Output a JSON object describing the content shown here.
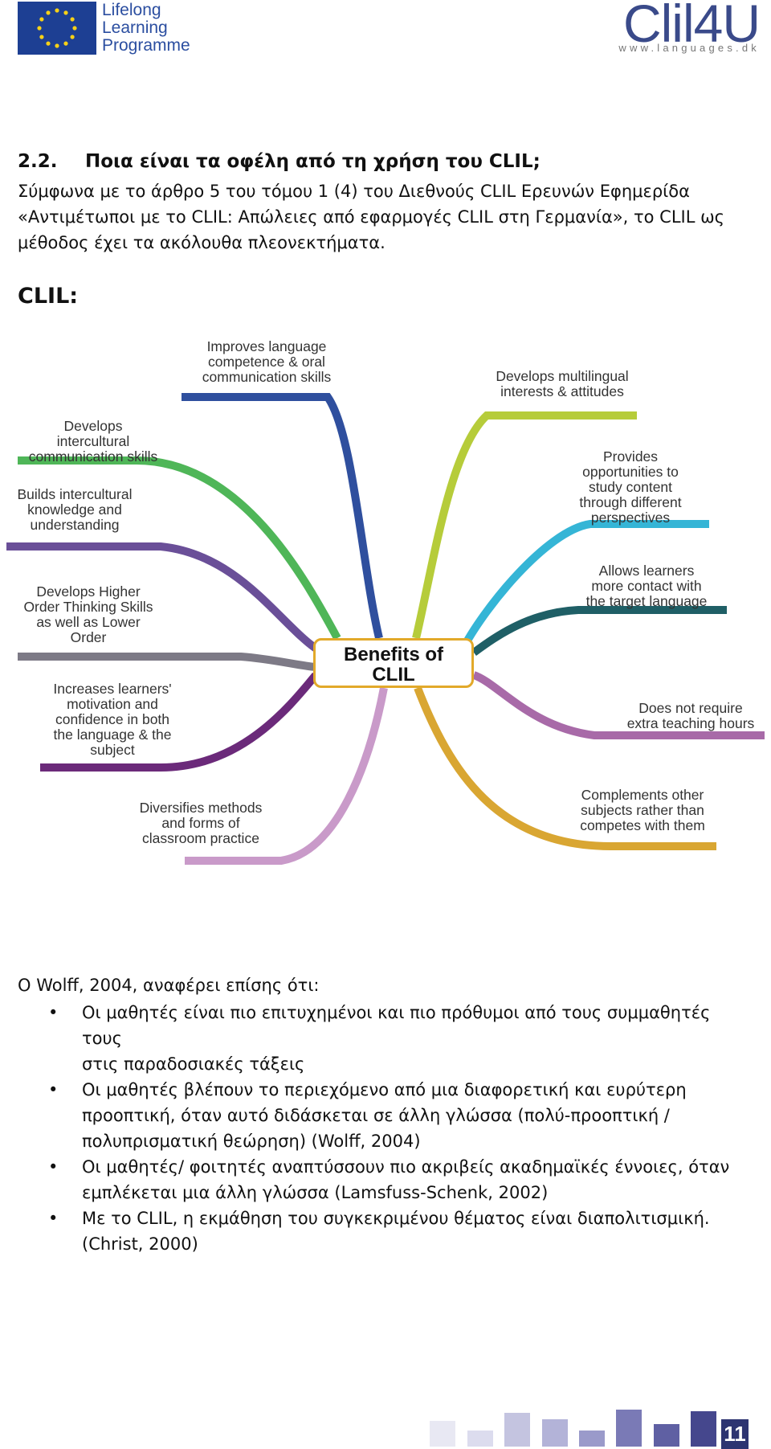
{
  "header": {
    "llp_lines": [
      "Lifelong",
      "Learning",
      "Programme"
    ],
    "logo_title": "Clil4U",
    "logo_url": "www.languages.dk"
  },
  "section": {
    "number": "2.2.",
    "title": "Ποια είναι τα οφέλη από τη χρήση του CLIL;",
    "intro_lines": [
      "Σύμφωνα με το άρθρο 5 του τόμου 1 (4) του Διεθνούς CLIL Ερευνών Εφημερίδα",
      "«Αντιμέτωποι με το CLIL: Απώλειες από εφαρμογές CLIL στη Γερμανία», το CLIL ως",
      "μέθοδος έχει τα ακόλουθα πλεονεκτήματα."
    ],
    "clil_label": "CLIL:"
  },
  "mindmap": {
    "center": [
      "Benefits of",
      "CLIL"
    ],
    "branches": [
      {
        "label": "Improves language\ncompetence & oral\ncommunication skills",
        "color": "#2f4f9e"
      },
      {
        "label": "Develops multilingual\ninterests & attitudes",
        "color": "#b6cc3a"
      },
      {
        "label": "Provides\nopportunities to\nstudy content\nthrough different\nperspectives",
        "color": "#35b5d6"
      },
      {
        "label": "Allows learners\nmore contact with\nthe target language",
        "color": "#1f5f66"
      },
      {
        "label": "Does not require\nextra teaching hours",
        "color": "#a86aa8"
      },
      {
        "label": "Complements other\nsubjects rather than\ncompetes with them",
        "color": "#d9a632"
      },
      {
        "label": "Diversifies methods\nand forms of\nclassroom practice",
        "color": "#c99ac9"
      },
      {
        "label": "Increases learners'\nmotivation and\nconfidence in both\nthe language & the\nsubject",
        "color": "#6b2a7a"
      },
      {
        "label": "Develops Higher\nOrder Thinking Skills\nas well as Lower\nOrder",
        "color": "#7d7a86"
      },
      {
        "label": "Builds intercultural\nknowledge and\nunderstanding",
        "color": "#6a4f98"
      },
      {
        "label": "Develops\nintercultural\ncommunication skills",
        "color": "#4fb658"
      }
    ]
  },
  "wolff": {
    "intro": "Ο Wolff, 2004, αναφέρει επίσης ότι:",
    "bullet": "•",
    "items": [
      [
        "Οι μαθητές είναι πιο επιτυχημένοι και πιο πρόθυμοι από τους συμμαθητές τους",
        "στις παραδοσιακές  τάξεις"
      ],
      [
        "Οι μαθητές βλέπουν το περιεχόμενο από μια διαφορετική και ευρύτερη",
        "προοπτική,  όταν αυτό διδάσκεται σε άλλη γλώσσα (πολύ-προοπτική /",
        "πολυπρισματική θεώρηση) (Wolff,  2004)"
      ],
      [
        "Οι μαθητές/ φοιτητές αναπτύσσουν πιο ακριβείς ακαδημαϊκές έννοιες, όταν",
        "εμπλέκεται μια  άλλη  γλώσσα (Lamsfuss-Schenk, 2002)"
      ],
      [
        "Με το CLIL, η εκμάθηση του συγκεκριμένου θέματος είναι διαπολιτισμική.",
        "(Christ, 2000)"
      ]
    ]
  },
  "footer": {
    "page_number": "11"
  }
}
